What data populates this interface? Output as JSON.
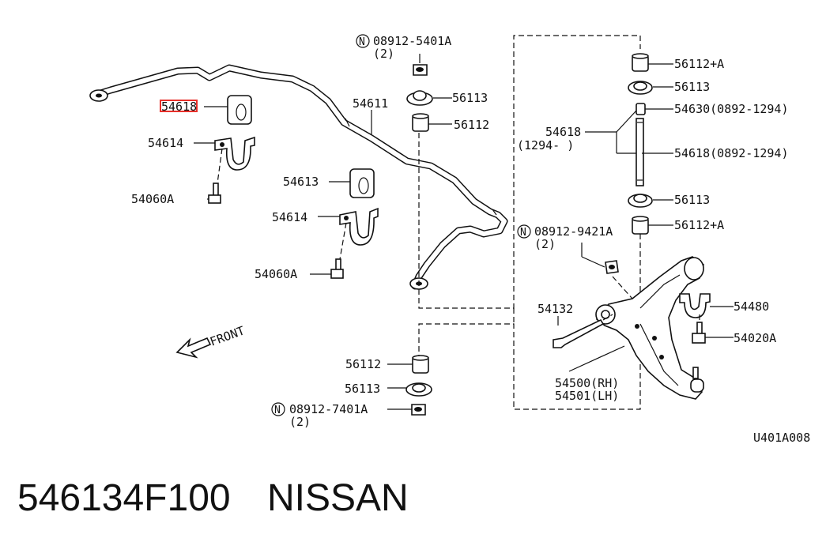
{
  "diagram": {
    "labels": {
      "p54618_highlight": "54618",
      "p54614_a": "54614",
      "p54060a_a": "54060A",
      "p54611": "54611",
      "p54613": "54613",
      "p54614_b": "54614",
      "p54060a_b": "54060A",
      "n_top_code": "08912-5401A",
      "n_top_qty": "(2)",
      "p56113_a": "56113",
      "p56112_a": "56112",
      "p56112a_top": "56112+A",
      "p56113_r1": "56113",
      "p54630": "54630(0892-1294)",
      "p54618_left": "54618",
      "p54618_left_date": "(1294-        )",
      "p54618_right": "54618(0892-1294)",
      "p56113_r2": "56113",
      "p56112a_bot": "56112+A",
      "n_mid_code": "08912-9421A",
      "n_mid_qty": "(2)",
      "p54132": "54132",
      "p54480": "54480",
      "p54020a": "54020A",
      "p54500": "54500(RH)",
      "p54501": "54501(LH)",
      "p56112_b": "56112",
      "p56113_b": "56113",
      "n_bot_code": "08912-7401A",
      "n_bot_qty": "(2)",
      "front": "FRONT",
      "n_symbol": "N",
      "diagram_code": "U401A008"
    }
  },
  "caption": {
    "part_number": "546134F100",
    "brand": "NISSAN"
  },
  "colors": {
    "highlight": "#e8302a",
    "ink": "#111111"
  }
}
